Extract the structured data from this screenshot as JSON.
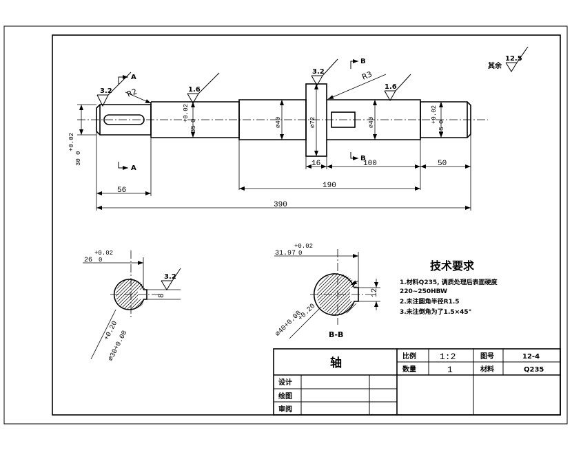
{
  "drawing": {
    "roughness": {
      "keyway": "3.2",
      "journal_left": "1.6",
      "collar": "3.2",
      "journal_right": "1.6",
      "others_label": "其余",
      "others_value": "12.5",
      "section_keyway_side": "3.2"
    },
    "section_marks": {
      "a_top": "A",
      "a_bottom": "A",
      "b_top": "B",
      "b_bottom": "B"
    },
    "radii": {
      "left_shoulder": "R2",
      "collar": "R3"
    },
    "diameters": {
      "left_end_tol": "+0.02",
      "left_end_base": "0",
      "left_end_value": "30",
      "d35_left_tol": "+0.02",
      "d35_left_base": "0",
      "d35_left_value": "35",
      "d40_left": "⌀40",
      "d72": "⌀72",
      "d40_right": "⌀40",
      "d35_right_tol": "+0.02",
      "d35_right_base": "0",
      "d35_right_value": "35"
    },
    "lengths": {
      "l16": "16",
      "l100": "100",
      "l50": "50",
      "l56": "56",
      "l190": "190",
      "l390": "390"
    },
    "section_a": {
      "depth_tol": "+0.02",
      "depth_value": "26",
      "depth_base": "0",
      "key_width": "8",
      "dia_tol_upper": "+0.20",
      "dia_tol_lower": "+0.08",
      "dia_value": "⌀30"
    },
    "section_b": {
      "depth_tol": "+0.02",
      "depth_value": "31.97",
      "depth_base": "0",
      "key_width": "12",
      "dia_tol_upper": "+0.20",
      "dia_tol_lower": "+0.08",
      "dia_value": "⌀40",
      "label": "B-B"
    }
  },
  "requirements": {
    "title": "技术要求",
    "line1": "1.材料Q235, 调质处理后表面硬度",
    "line1b": "220~250HBW",
    "line2": "2.未注圆角半径R1.5",
    "line3": "3.未注倒角为了1.5×45°"
  },
  "title_block": {
    "part_name": "轴",
    "scale_label": "比例",
    "scale_value": "1:2",
    "drawing_no_label": "图号",
    "drawing_no_value": "12-4",
    "quantity_label": "数量",
    "quantity_value": "1",
    "material_label": "材料",
    "material_value": "Q235",
    "design_label": "设计",
    "draw_label": "绘图",
    "review_label": "审阅"
  }
}
